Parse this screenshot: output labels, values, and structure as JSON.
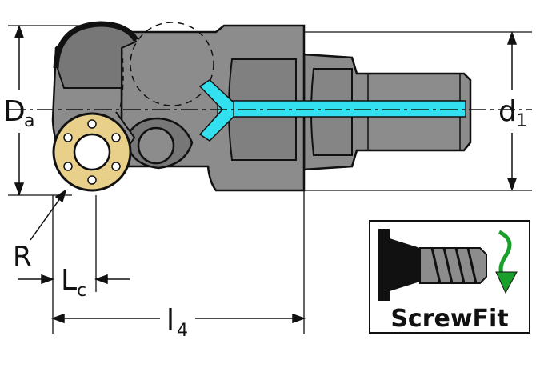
{
  "labels": {
    "Da": {
      "main": "D",
      "sub": "a"
    },
    "d1": {
      "main": "d",
      "sub": "1"
    },
    "R": "R",
    "Lc": {
      "main": "L",
      "sub": "c"
    },
    "l4": {
      "main": "l",
      "sub": "4"
    }
  },
  "badge": {
    "text": "ScrewFit",
    "icons": [
      "screw-thread-icon",
      "rotate-arrow-icon"
    ]
  },
  "colors": {
    "body": "#8c8c8c",
    "body_dark": "#6e6e6e",
    "coolant": "#33e0f0",
    "insert": "#e8cf8a",
    "outline": "#111111",
    "arrow_green": "#1aa02a"
  }
}
